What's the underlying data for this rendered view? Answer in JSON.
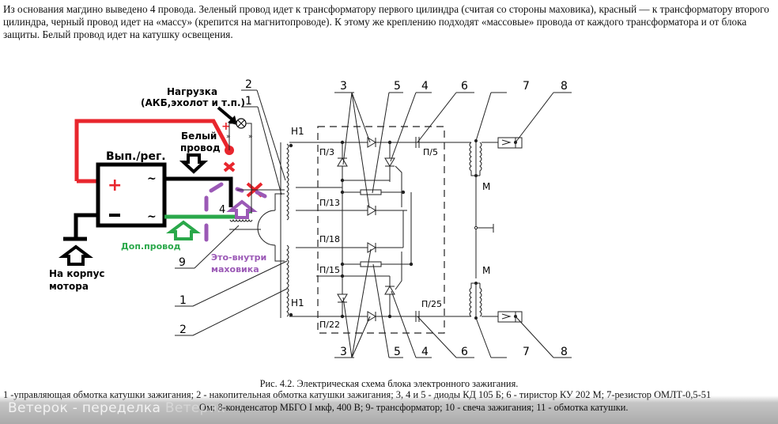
{
  "intro_text": "Из основания магдино выведено 4 провода.  Зеленый провод идет к    трансформатору первого цилиндра  (считая со стороны маховика),  красный — к трансформатору второго цилиндра, черный провод идет на «массу»  (крепится на магнитопроводе). К этому же креплению подходят  «массовые» провода от  каждого трансформатора и от блока защиты. Белый провод идет на катушку освещения.",
  "annotations": {
    "load": "Нагрузка",
    "load_detail": "(АКБ,эхолот и т.п.)",
    "rectifier": "Вып./рег.",
    "white_wire_1": "Белый",
    "white_wire_2": "провод",
    "extra_wire": "Доп.провод",
    "inside_1": "Это-внутри",
    "inside_2": "маховика",
    "ground_1": "На корпус",
    "ground_2": "мотора",
    "plus": "+",
    "minus": "−",
    "ac": "~"
  },
  "schematic": {
    "callouts": {
      "n1": "1",
      "n2": "2",
      "n3": "3",
      "n4": "4",
      "n5": "5",
      "n6": "6",
      "n7": "7",
      "n8": "8",
      "n9": "9"
    },
    "pins": {
      "h1": "Н1",
      "p3": "П/3",
      "p5": "П/5",
      "p13": "П/13",
      "p18": "П/18",
      "p15": "П/15",
      "p22": "П/22",
      "p25": "П/25",
      "m": "М"
    }
  },
  "caption": {
    "title": "Рис. 4.2. Электрическая схема блока электронного зажигания.",
    "line1": "1 -управляющая обмотка катушки зажигания; 2 - накопительная обмотка катушки зажигания; 3, 4 и 5 - диоды КД 105 Б; 6 - тиристор КУ 202 М; 7-резистор ОМЛТ-0,5-51",
    "line2": "Ом; 8-конденсатор МБГО I мкф, 400 В; 9- трансформатор; 10 - свеча зажигания;  11 - обмотка катушки."
  },
  "watermark": {
    "text": "Ветерок - переделка",
    "ghost": "Ветерок"
  },
  "colors": {
    "red_wire": "#e8262d",
    "green_wire": "#2aa84a",
    "purple_marks": "#9b59b6",
    "black": "#000000",
    "line": "#222222"
  }
}
